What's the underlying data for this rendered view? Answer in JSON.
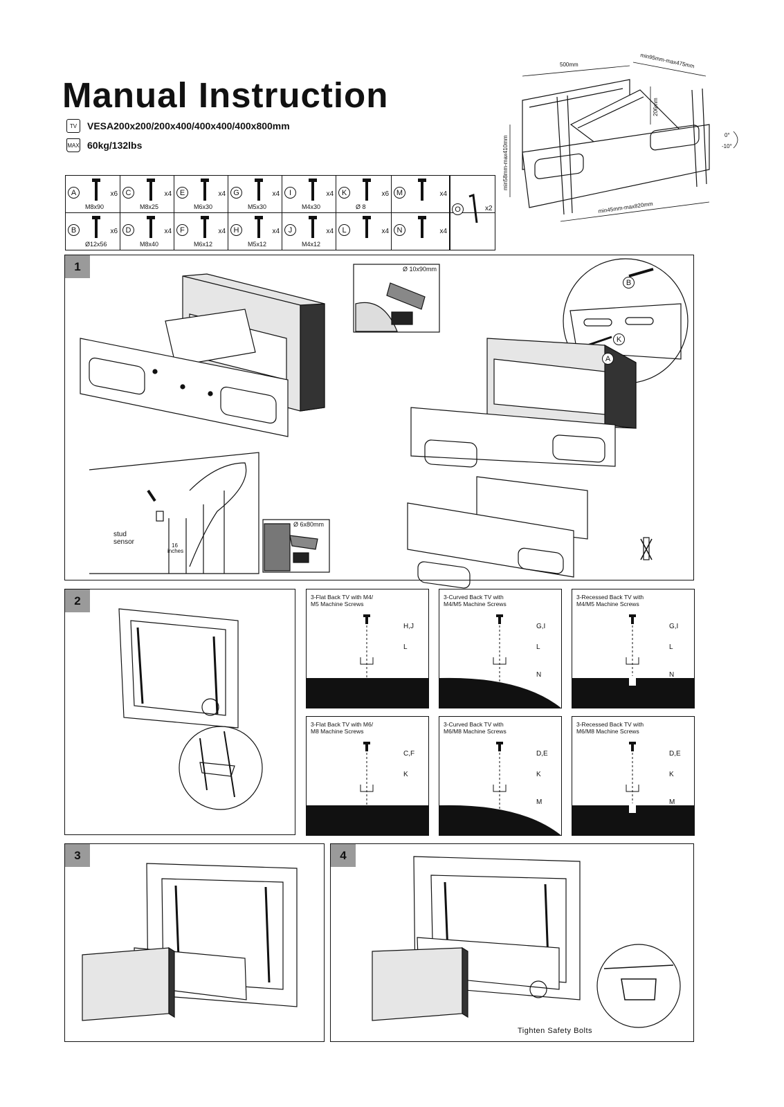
{
  "header": {
    "title": "Manual Instruction",
    "vesa": "VESA200x200/200x400/400x400/400x800mm",
    "vesa_icon_text": "TV",
    "weight": "60kg/132lbs",
    "weight_icon_text": "MAX"
  },
  "dimensions": {
    "width_top": "500mm",
    "depth": "min95mm-max475mm",
    "height_side": "206mm",
    "height_left": "min58mm-max410mm",
    "extension_bottom": "min45mm-max820mm",
    "tilt_top": "0°",
    "tilt_bottom": "-10°"
  },
  "hardware": {
    "row1": [
      {
        "letter": "A",
        "size": "M8x90",
        "qty": "x6"
      },
      {
        "letter": "C",
        "size": "M8x25",
        "qty": "x4"
      },
      {
        "letter": "E",
        "size": "M6x30",
        "qty": "x4"
      },
      {
        "letter": "G",
        "size": "M5x30",
        "qty": "x4"
      },
      {
        "letter": "I",
        "size": "M4x30",
        "qty": "x4"
      },
      {
        "letter": "K",
        "size": "Ø 8",
        "qty": "x6"
      },
      {
        "letter": "M",
        "size": "",
        "qty": "x4"
      }
    ],
    "row2": [
      {
        "letter": "B",
        "size": "Ø12x56",
        "qty": "x6"
      },
      {
        "letter": "D",
        "size": "M8x40",
        "qty": "x4"
      },
      {
        "letter": "F",
        "size": "M6x12",
        "qty": "x4"
      },
      {
        "letter": "H",
        "size": "M5x12",
        "qty": "x4"
      },
      {
        "letter": "J",
        "size": "M4x12",
        "qty": "x4"
      },
      {
        "letter": "L",
        "size": "",
        "qty": "x4"
      },
      {
        "letter": "N",
        "size": "",
        "qty": "x4"
      }
    ],
    "wrench": {
      "letter": "O",
      "qty": "x2"
    }
  },
  "step1": {
    "number": "1",
    "drill_large": "Ø 10x90mm",
    "drill_small": "Ø 6x80mm",
    "detail_b": "B",
    "detail_k": "K",
    "detail_a": "A",
    "stud_sensor": "stud\nsensor",
    "spacing_value": "16",
    "spacing_unit": "inches"
  },
  "step2": {
    "number": "2",
    "subpanels": [
      {
        "title": "3-Flat Back TV with M4/\nM5 Machine Screws",
        "labels": [
          "H,J",
          "L"
        ]
      },
      {
        "title": "3-Curved Back TV with\nM4/M5 Machine Screws",
        "labels": [
          "G,I",
          "L",
          "N"
        ]
      },
      {
        "title": "3-Recessed Back TV with\nM4/M5 Machine Screws",
        "labels": [
          "G,I",
          "L",
          "N"
        ]
      },
      {
        "title": "3-Flat Back TV with M6/\nM8 Machine Screws",
        "labels": [
          "C,F",
          "K"
        ]
      },
      {
        "title": "3-Curved Back TV with\nM6/M8 Machine Screws",
        "labels": [
          "D,E",
          "K",
          "M"
        ]
      },
      {
        "title": "3-Recessed Back TV with\nM6/M8 Machine Screws",
        "labels": [
          "D,E",
          "K",
          "M"
        ]
      }
    ]
  },
  "step3": {
    "number": "3"
  },
  "step4": {
    "number": "4",
    "caption": "Tighten Safety Bolts"
  },
  "colors": {
    "stepbox": "#9a9a9a",
    "ink": "#111111",
    "brick": "#e6e6e6",
    "surface": "#111111"
  }
}
